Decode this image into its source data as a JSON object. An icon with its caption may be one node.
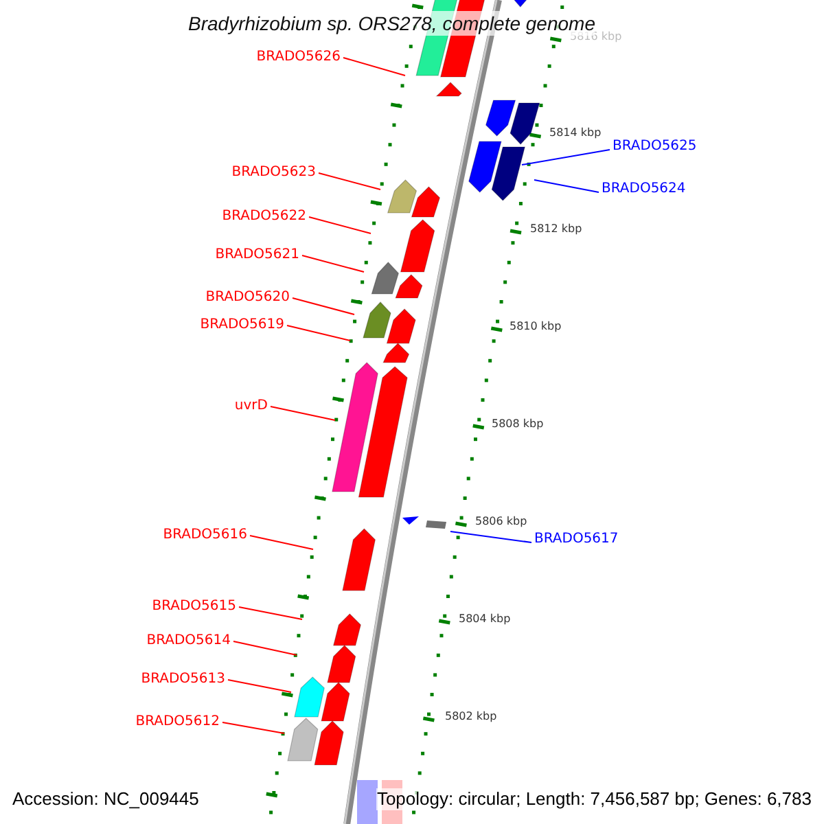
{
  "diagram": {
    "title": "Bradyrhizobium sp. ORS278, complete genome",
    "nodes": [
      {
        "text": [
          "BRADO5626"
        ]
      },
      {
        "text": [
          "BRADO5625"
        ]
      },
      {
        "text": [
          "BRADO5623"
        ]
      },
      {
        "text": [
          "BRADO5624"
        ]
      },
      {
        "text": [
          "BRADO5622"
        ]
      },
      {
        "text": [
          "BRADO5621"
        ]
      },
      {
        "text": [
          "BRADO5620"
        ]
      },
      {
        "text": [
          "BRADO5619"
        ]
      },
      {
        "text": [
          "uvrD"
        ]
      },
      {
        "text": [
          "BRADO5616"
        ]
      },
      {
        "text": [
          "BRADO5617"
        ]
      },
      {
        "text": [
          "BRADO5615"
        ]
      },
      {
        "text": [
          "BRADO5614"
        ]
      },
      {
        "text": [
          "BRADO5613"
        ]
      },
      {
        "text": [
          "BRADO5612"
        ]
      }
    ],
    "edges": [
      {
        "from": 0,
        "to": null,
        "arrow": "none"
      },
      {
        "from": 1,
        "to": null,
        "arrow": "none",
        "color": "#0000ff"
      },
      {
        "from": 2,
        "to": null,
        "arrow": "none"
      },
      {
        "from": 3,
        "to": null,
        "arrow": "none",
        "color": "#0000ff"
      },
      {
        "from": 4,
        "to": null,
        "arrow": "none"
      },
      {
        "from": 5,
        "to": null,
        "arrow": "none"
      },
      {
        "from": 6,
        "to": null,
        "arrow": "none"
      },
      {
        "from": 7,
        "to": null,
        "arrow": "none"
      },
      {
        "from": 8,
        "to": null,
        "arrow": "none"
      },
      {
        "from": 9,
        "to": null,
        "arrow": "none"
      },
      {
        "from": 10,
        "to": null,
        "arrow": "none",
        "color": "#0000ff"
      },
      {
        "from": 11,
        "to": null,
        "arrow": "none"
      },
      {
        "from": 12,
        "to": null,
        "arrow": "none"
      },
      {
        "from": 13,
        "to": null,
        "arrow": "none"
      },
      {
        "from": 14,
        "to": null,
        "arrow": "none"
      }
    ],
    "labels": [
      "5816 kbp",
      "5814 kbp",
      "5812 kbp",
      "5810 kbp",
      "5808 kbp",
      "5806 kbp",
      "5804 kbp",
      "5802 kbp",
      "Accession: NC_009445",
      "Topology: circular; Length: 7,456,587 bp; Genes: 6,783"
    ]
  }
}
